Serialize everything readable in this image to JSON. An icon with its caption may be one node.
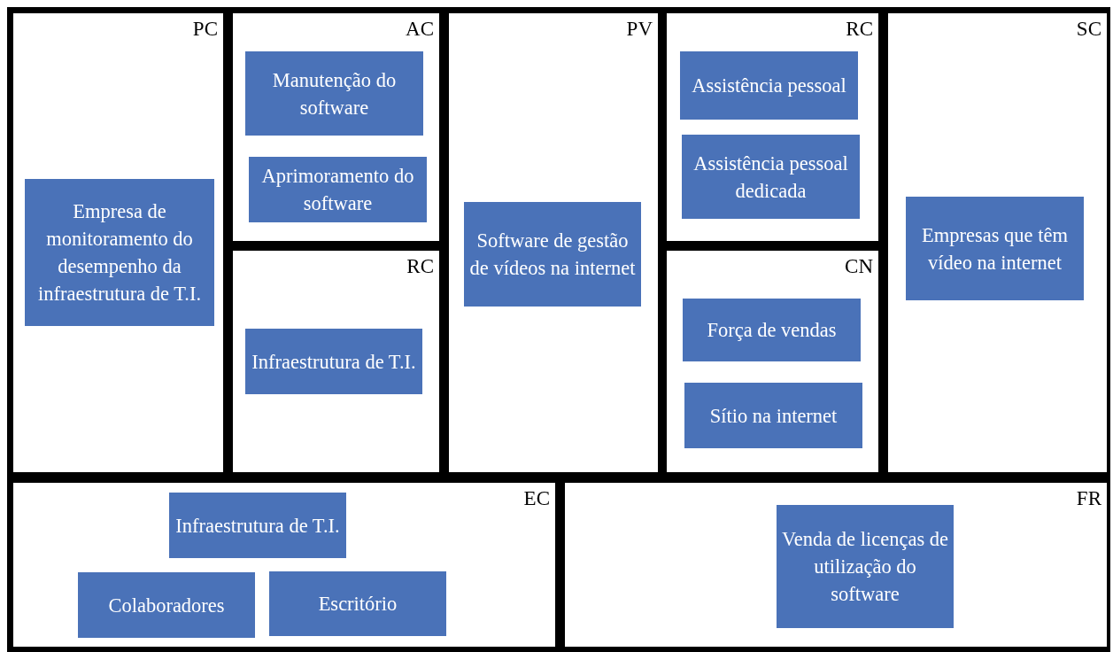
{
  "diagram": {
    "nodes": [
      {
        "text": [
          "PC"
        ]
      },
      {
        "text": [
          "Empresa de monitoramento do desempenho da infraestrutura de T.I."
        ],
        "in": 0
      },
      {
        "text": [
          "AC"
        ]
      },
      {
        "text": [
          "Manutenção do software"
        ],
        "in": 2
      },
      {
        "text": [
          "Aprimoramento do software"
        ],
        "in": 2
      },
      {
        "text": [
          "RC"
        ]
      },
      {
        "text": [
          "Infraestrutura de T.I."
        ],
        "in": 5
      },
      {
        "text": [
          "PV"
        ]
      },
      {
        "text": [
          "Software de gestão de vídeos na internet"
        ],
        "in": 7
      },
      {
        "text": [
          "RC"
        ]
      },
      {
        "text": [
          "Assistência pessoal"
        ],
        "in": 9
      },
      {
        "text": [
          "Assistência pessoal dedicada"
        ],
        "in": 9
      },
      {
        "text": [
          "CN"
        ]
      },
      {
        "text": [
          "Força de vendas"
        ],
        "in": 12
      },
      {
        "text": [
          "Sítio na internet"
        ],
        "in": 12
      },
      {
        "text": [
          "SC"
        ]
      },
      {
        "text": [
          "Empresas que têm vídeo na internet"
        ],
        "in": 15
      },
      {
        "text": [
          "EC"
        ]
      },
      {
        "text": [
          "Infraestrutura de T.I."
        ],
        "in": 17
      },
      {
        "text": [
          "Colaboradores"
        ],
        "in": 17
      },
      {
        "text": [
          "Escritório"
        ],
        "in": 17
      },
      {
        "text": [
          "FR"
        ]
      },
      {
        "text": [
          "Venda de licenças de utilização do software"
        ],
        "in": 21
      }
    ]
  }
}
